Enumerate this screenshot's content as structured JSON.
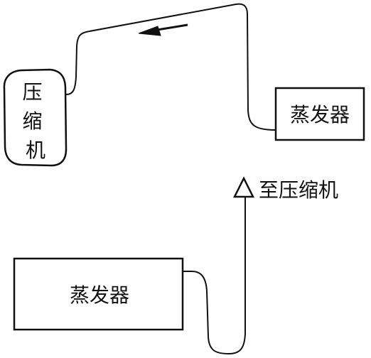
{
  "diagram": {
    "compressor": {
      "label": "压缩机"
    },
    "evaporator_top": {
      "label": "蒸发器"
    },
    "evaporator_bottom": {
      "label": "蒸发器"
    },
    "to_compressor": {
      "label": "至压缩机"
    }
  },
  "colors": {
    "stroke": "#111111",
    "background": "#ffffff"
  }
}
